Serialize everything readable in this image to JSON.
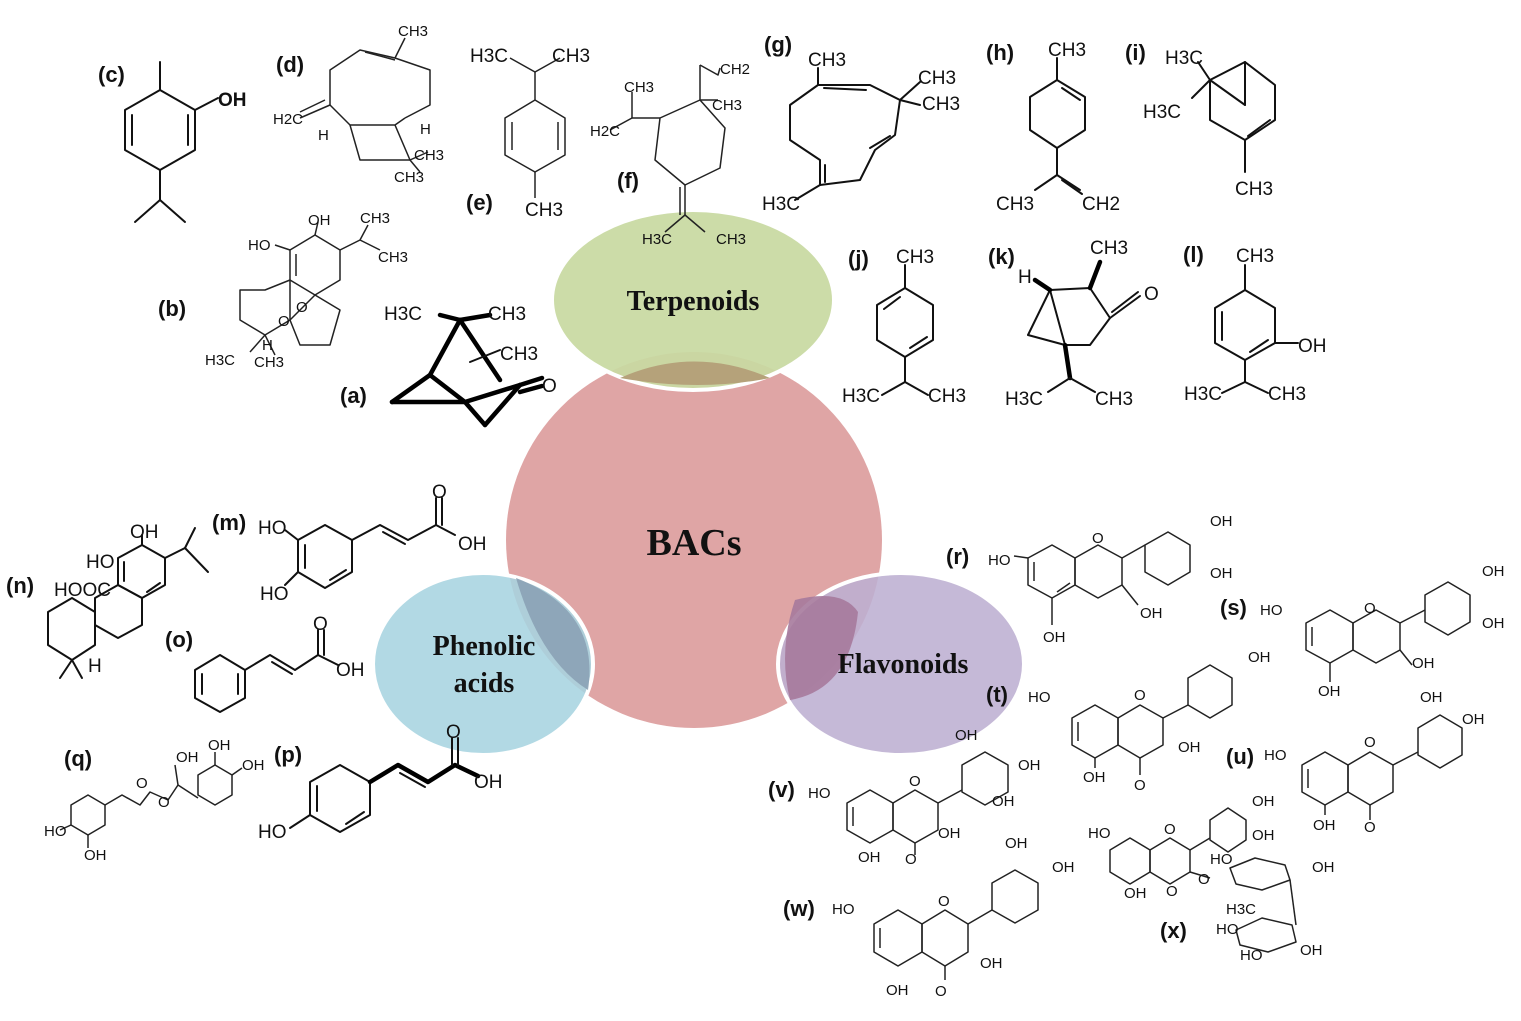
{
  "diagram": {
    "center": {
      "label": "BACs",
      "color": "#dfa5a5"
    },
    "groups": [
      {
        "id": "terpenoids",
        "label": "Terpenoids",
        "color": "#c8d9a1"
      },
      {
        "id": "phenolic",
        "label_line1": "Phenolic",
        "label_line2": "acids",
        "color": "#a7d4e0"
      },
      {
        "id": "flavonoids",
        "label": "Flavonoids",
        "color": "#bdafd1"
      }
    ],
    "compound_labels": {
      "a": "(a)",
      "b": "(b)",
      "c": "(c)",
      "d": "(d)",
      "e": "(e)",
      "f": "(f)",
      "g": "(g)",
      "h": "(h)",
      "i": "(i)",
      "j": "(j)",
      "k": "(k)",
      "l": "(l)",
      "m": "(m)",
      "n": "(n)",
      "o": "(o)",
      "p": "(p)",
      "q": "(q)",
      "r": "(r)",
      "s": "(s)",
      "t": "(t)",
      "u": "(u)",
      "v": "(v)",
      "w": "(w)",
      "x": "(x)"
    },
    "atoms": {
      "oh": "OH",
      "ho": "HO",
      "o": "O",
      "h": "H",
      "ch3": "CH3",
      "h3c": "H3C",
      "ch2": "CH2",
      "h2c": "H2C",
      "hooc": "HOOC"
    }
  }
}
